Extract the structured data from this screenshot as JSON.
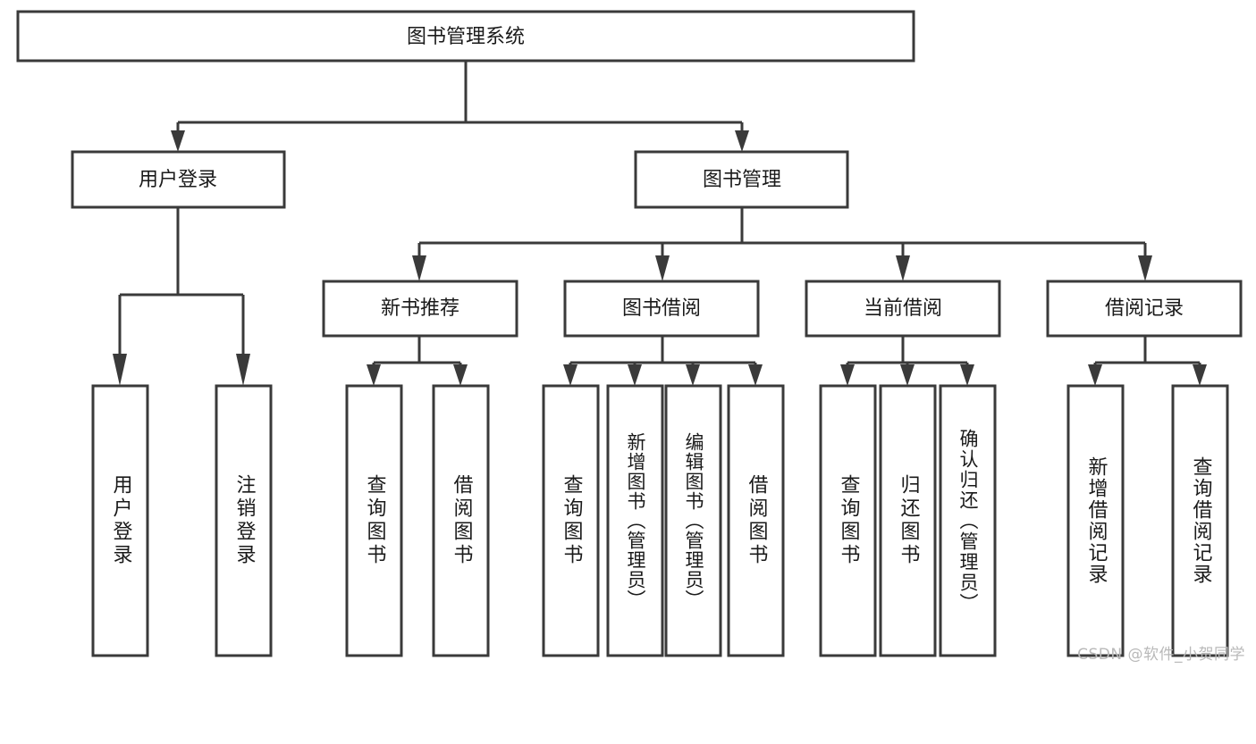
{
  "diagram": {
    "type": "tree",
    "title": "图书管理系统",
    "orientation": "top-down",
    "colors": {
      "stroke": "#3a3a3a",
      "fill": "#ffffff",
      "text": "#1a1a1a",
      "watermark": "#b9b9b9"
    },
    "root": {
      "id": "root",
      "label": "图书管理系统"
    },
    "level2": [
      {
        "id": "user-login",
        "label": "用户登录"
      },
      {
        "id": "book-manage",
        "label": "图书管理"
      }
    ],
    "level3": [
      {
        "id": "new-book-recommend",
        "label": "新书推荐",
        "parent": "book-manage"
      },
      {
        "id": "book-borrow",
        "label": "图书借阅",
        "parent": "book-manage"
      },
      {
        "id": "current-borrow",
        "label": "当前借阅",
        "parent": "book-manage"
      },
      {
        "id": "borrow-record",
        "label": "借阅记录",
        "parent": "book-manage"
      }
    ],
    "leaves": {
      "user-login": [
        {
          "id": "leaf-user-login",
          "label": "用户登录"
        },
        {
          "id": "leaf-logout",
          "label": "注销登录"
        }
      ],
      "new-book-recommend": [
        {
          "id": "leaf-query-book-1",
          "label": "查询图书"
        },
        {
          "id": "leaf-borrow-book-1",
          "label": "借阅图书"
        }
      ],
      "book-borrow": [
        {
          "id": "leaf-query-book-2",
          "label": "查询图书"
        },
        {
          "id": "leaf-add-book",
          "label": "新增图书（管理员）"
        },
        {
          "id": "leaf-edit-book",
          "label": "编辑图书（管理员）"
        },
        {
          "id": "leaf-borrow-book-2",
          "label": "借阅图书"
        }
      ],
      "current-borrow": [
        {
          "id": "leaf-query-book-3",
          "label": "查询图书"
        },
        {
          "id": "leaf-return-book",
          "label": "归还图书"
        },
        {
          "id": "leaf-confirm-return",
          "label": "确认归还（管理员）"
        }
      ],
      "borrow-record": [
        {
          "id": "leaf-add-record",
          "label": "新增借阅记录"
        },
        {
          "id": "leaf-query-record",
          "label": "查询借阅记录"
        }
      ]
    }
  },
  "watermark": {
    "text": "CSDN @软件_小贺同学"
  }
}
